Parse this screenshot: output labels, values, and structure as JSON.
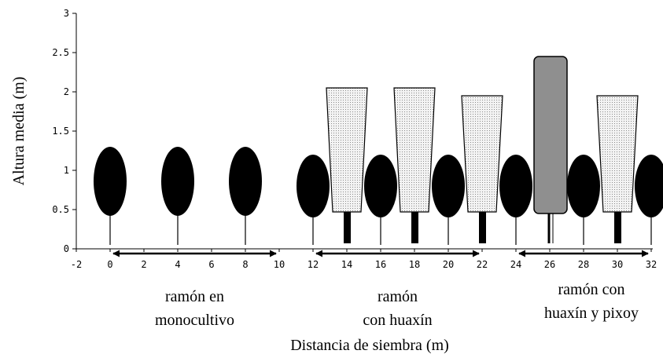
{
  "axes": {
    "ylabel": "Altura media (m)",
    "xlabel": "Distancia de siembra (m)",
    "xlim": [
      -2,
      32
    ],
    "ylim": [
      0,
      3
    ],
    "x_ticks": [
      "-2",
      "0",
      "2",
      "4",
      "6",
      "8",
      "10",
      "12",
      "14",
      "16",
      "18",
      "20",
      "22",
      "24",
      "26",
      "28",
      "30",
      "32"
    ],
    "y_ticks": [
      "0",
      "0.5",
      "1",
      "1.5",
      "2",
      "2.5",
      "3"
    ]
  },
  "groups": [
    {
      "lines": [
        "ramón en",
        "monocultivo"
      ],
      "x_from": 0,
      "x_to": 10
    },
    {
      "lines": [
        "ramón",
        "con huaxín"
      ],
      "x_from": 12,
      "x_to": 22
    },
    {
      "lines": [
        "ramón con",
        "huaxín y pixoy"
      ],
      "x_from": 24,
      "x_to": 32
    }
  ],
  "ramon_trees": [
    {
      "x": 0,
      "height": 1.3
    },
    {
      "x": 4,
      "height": 1.3
    },
    {
      "x": 8,
      "height": 1.3
    },
    {
      "x": 12,
      "height": 1.2
    },
    {
      "x": 16,
      "height": 1.2
    },
    {
      "x": 20,
      "height": 1.2
    },
    {
      "x": 24,
      "height": 1.2
    },
    {
      "x": 28,
      "height": 1.2
    },
    {
      "x": 32,
      "height": 1.2
    }
  ],
  "huaxin_trees": [
    {
      "x": 14,
      "height": 2.05
    },
    {
      "x": 18,
      "height": 2.05
    },
    {
      "x": 22,
      "height": 1.95
    },
    {
      "x": 30,
      "height": 1.95
    }
  ],
  "pixoy_trees": [
    {
      "x": 26,
      "height": 2.45
    }
  ],
  "colors": {
    "ramon": "#000000",
    "huaxin_fill": "#e4e4e4",
    "pixoy_fill": "#8f8f8f",
    "axis": "#000000"
  }
}
